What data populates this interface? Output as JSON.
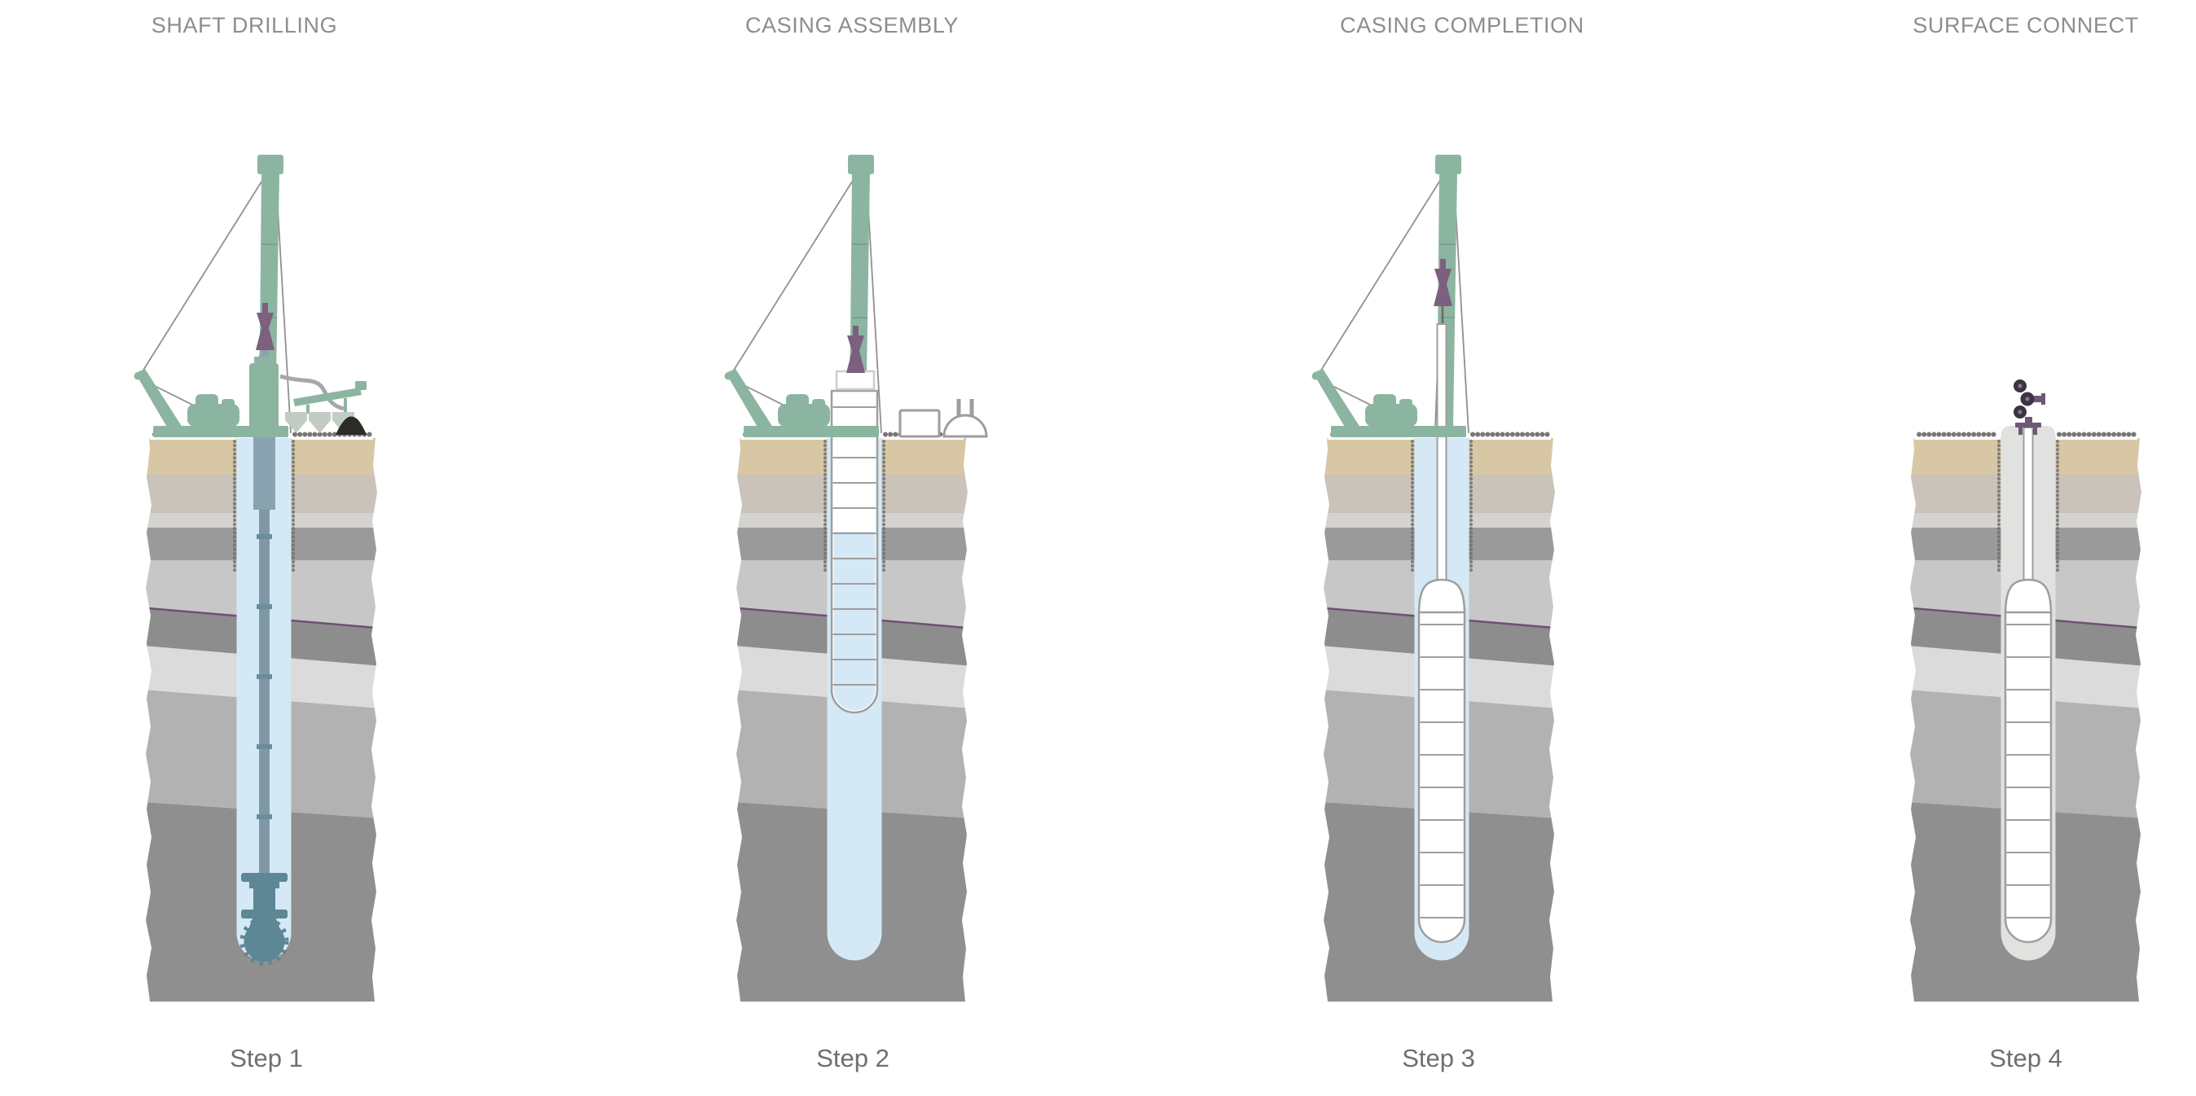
{
  "figure": {
    "panels": [
      {
        "id": "shaft-drilling",
        "title": "SHAFT DRILLING",
        "step_label": "Step 1"
      },
      {
        "id": "casing-assembly",
        "title": "CASING ASSEMBLY",
        "step_label": "Step 2"
      },
      {
        "id": "casing-completion",
        "title": "CASING COMPLETION",
        "step_label": "Step 3"
      },
      {
        "id": "surface-connect",
        "title": "SURFACE CONNECT",
        "step_label": "Step 4"
      }
    ],
    "colors": {
      "title_text": "#8d8d8d",
      "step_text": "#6f6f6f",
      "rig_green": "#8cb5a1",
      "swivel_purple": "#7d5f80",
      "wellhead_dark": "#3c3443",
      "drill_fluid_blue": "#d5e8f5",
      "drill_pipe_slate": "#7e98a6",
      "drill_bit_teal": "#5d8794",
      "grout_gray": "#e1e1df",
      "topsoil_tan": "#d8c7a4",
      "spoil_black": "#2d2b28",
      "casing_outline": "#9e9e9e",
      "purple_stratum_line": "#6e5173"
    }
  }
}
